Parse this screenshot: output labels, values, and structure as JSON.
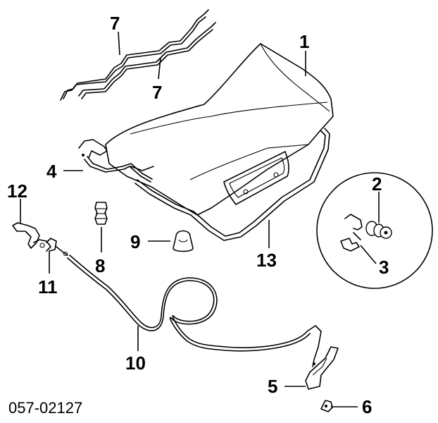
{
  "diagram": {
    "catalog_code": "057-02127",
    "callouts": [
      {
        "id": "label-7a",
        "text": "7"
      },
      {
        "id": "label-7b",
        "text": "7"
      },
      {
        "id": "label-1",
        "text": "1"
      },
      {
        "id": "label-4",
        "text": "4"
      },
      {
        "id": "label-12",
        "text": "12"
      },
      {
        "id": "label-2",
        "text": "2"
      },
      {
        "id": "label-3",
        "text": "3"
      },
      {
        "id": "label-8",
        "text": "8"
      },
      {
        "id": "label-9",
        "text": "9"
      },
      {
        "id": "label-13",
        "text": "13"
      },
      {
        "id": "label-11",
        "text": "11"
      },
      {
        "id": "label-10",
        "text": "10"
      },
      {
        "id": "label-5",
        "text": "5"
      },
      {
        "id": "label-6",
        "text": "6"
      }
    ]
  }
}
